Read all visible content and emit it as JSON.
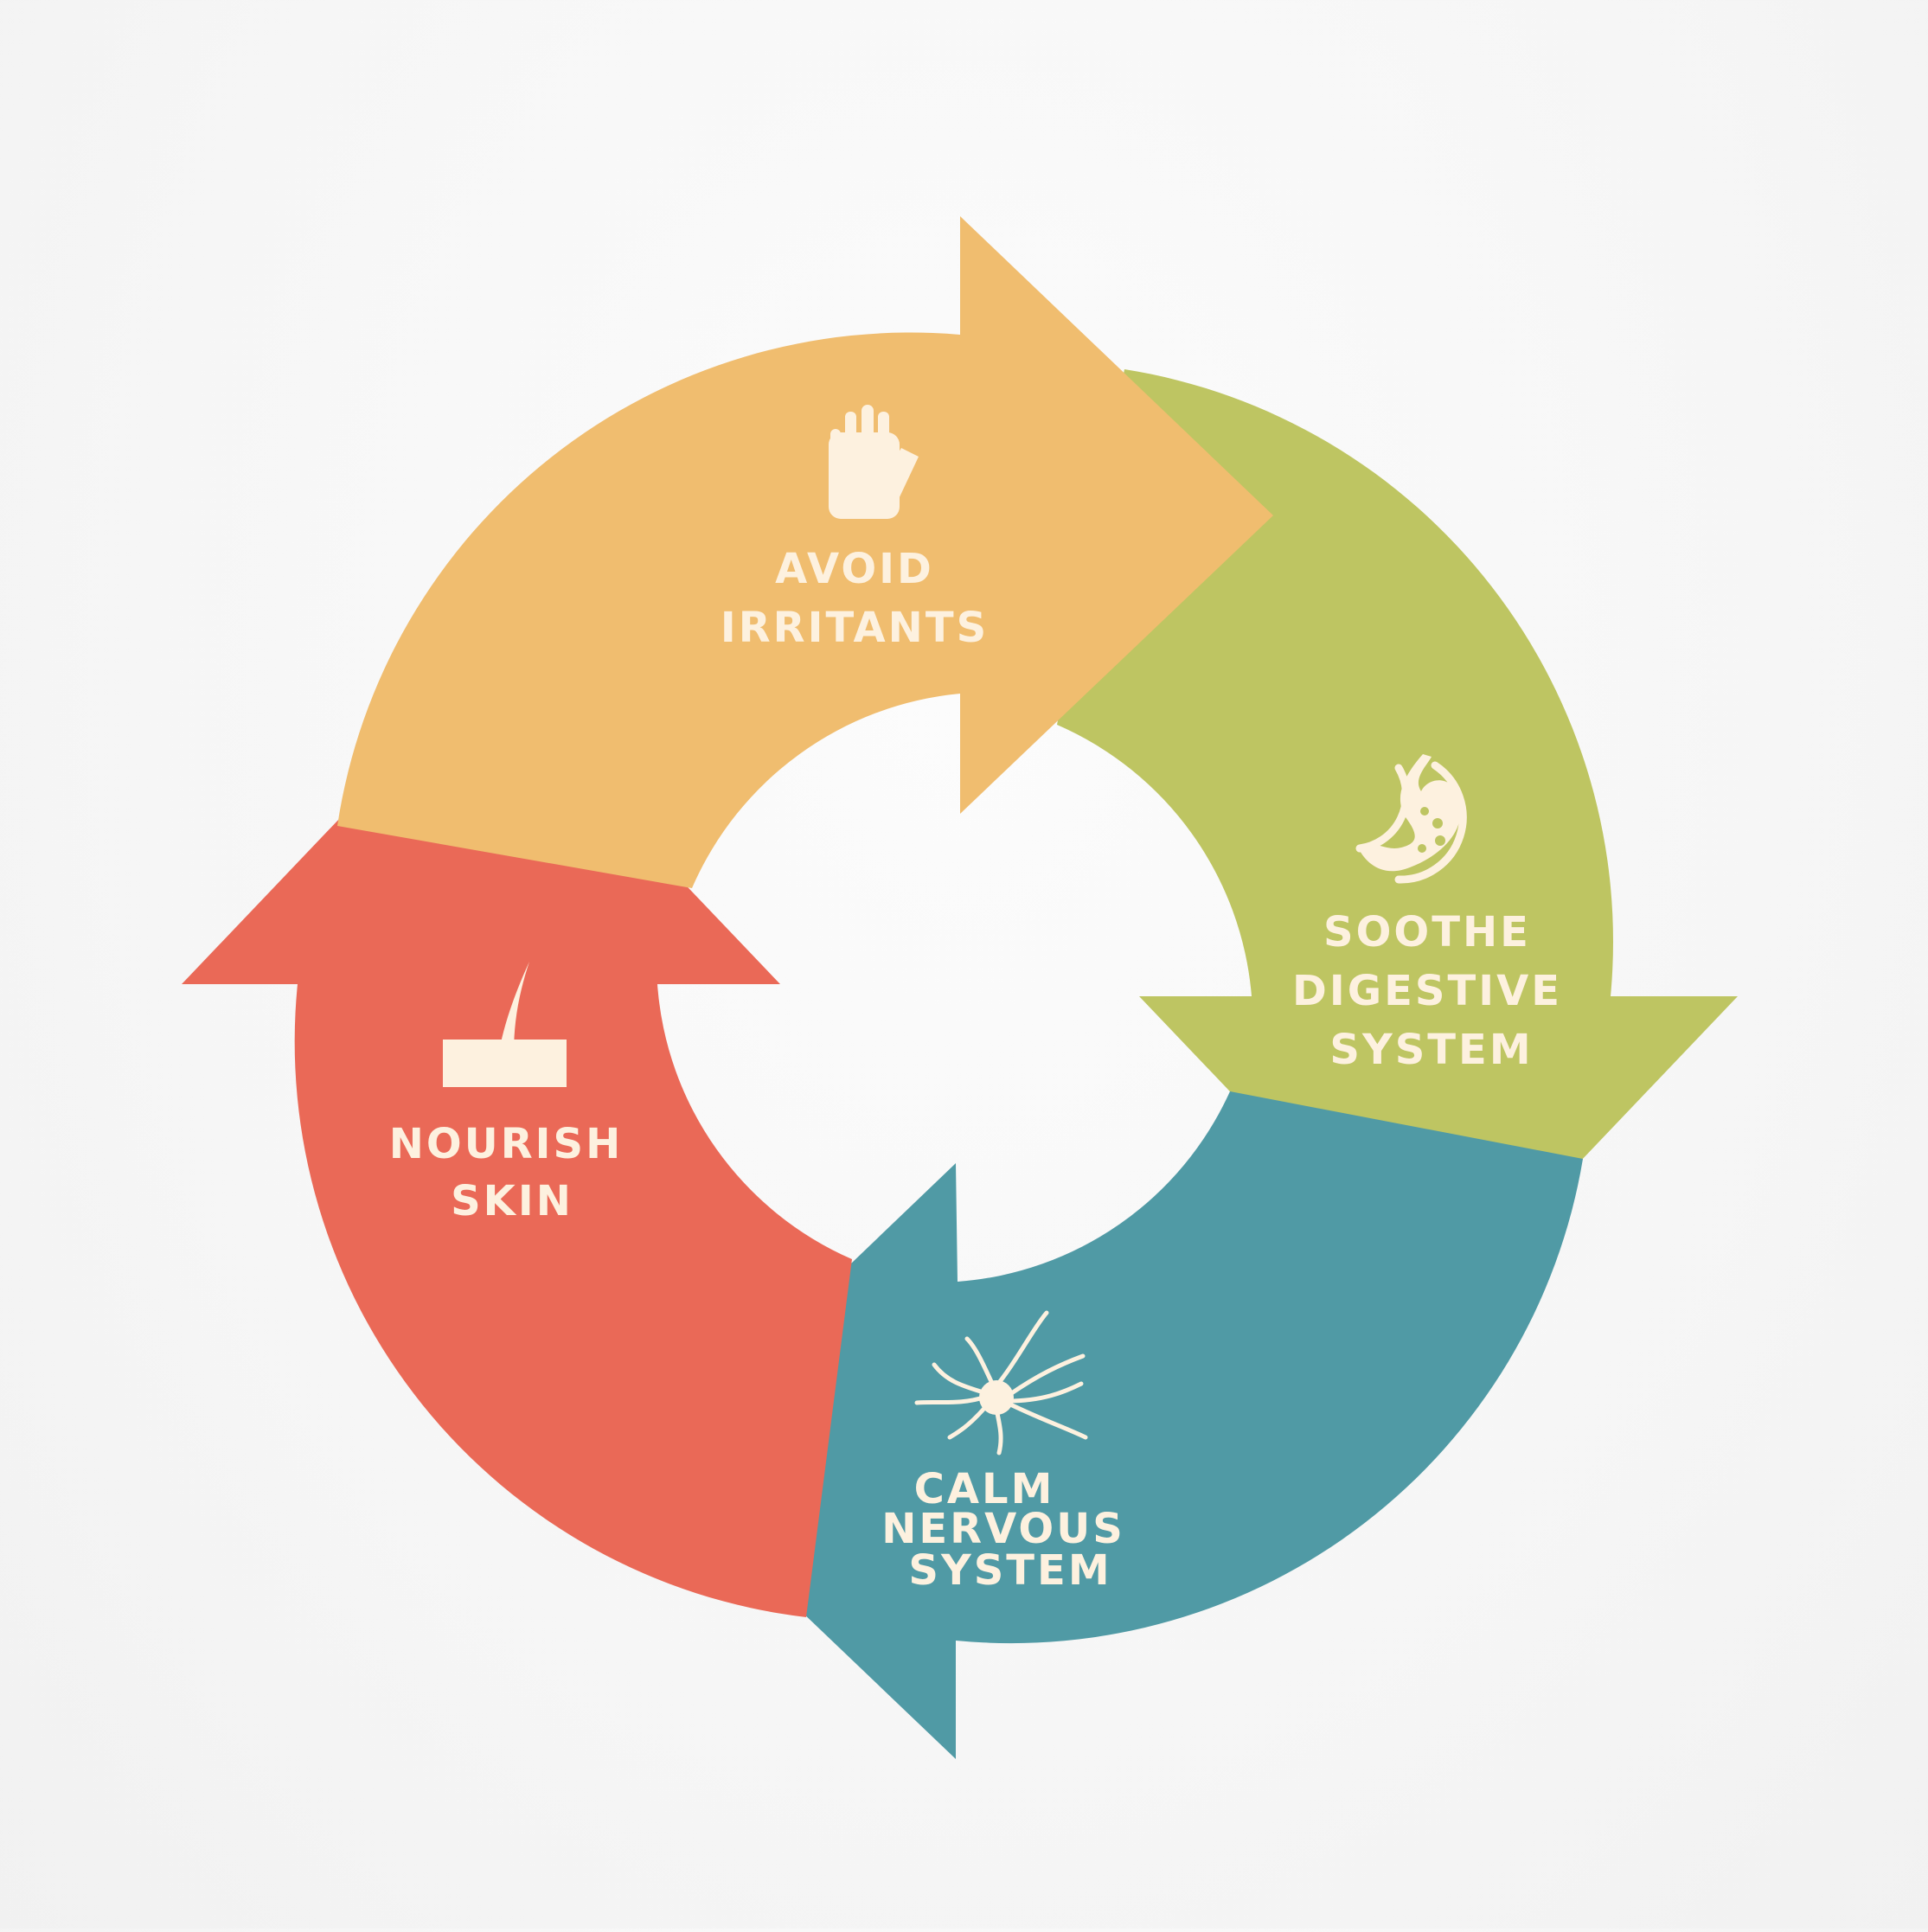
{
  "colors": {
    "background": "#f5f5f5",
    "cream": "#fdf1df",
    "avoid_irritants": "#f0bd6f",
    "soothe_digestive": "#bec562",
    "calm_nervous": "#509aa5",
    "nourish_skin": "#ea6957"
  },
  "steps": [
    {
      "id": "avoid-irritants",
      "icon": "raised-hand-icon",
      "lines": [
        "AVOID",
        "IRRITANTS"
      ]
    },
    {
      "id": "soothe-digestive-system",
      "icon": "stomach-icon",
      "lines": [
        "SOOTHE",
        "DIGESTIVE",
        "SYSTEM"
      ]
    },
    {
      "id": "calm-nervous-system",
      "icon": "neuron-icon",
      "lines": [
        "CALM",
        "NERVOUS",
        "SYSTEM"
      ]
    },
    {
      "id": "nourish-skin",
      "icon": "hair-follicle-icon",
      "lines": [
        "NOURISH",
        "SKIN"
      ]
    }
  ]
}
